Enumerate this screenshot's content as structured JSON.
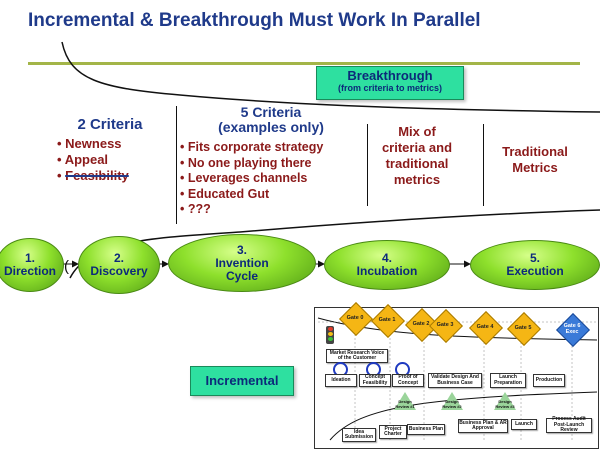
{
  "title": "Incremental & Breakthrough Must Work In Parallel",
  "breakthrough": {
    "title": "Breakthrough",
    "subtitle": "(from criteria to metrics)"
  },
  "incremental_label": "Incremental",
  "columns": {
    "two_criteria": {
      "title": "2 Criteria",
      "items": [
        "Newness",
        "Appeal",
        "Feasibility"
      ]
    },
    "five_criteria": {
      "title_line1": "5 Criteria",
      "title_line2": "(examples only)",
      "items": [
        "Fits corporate strategy",
        "No one playing there",
        "Leverages channels",
        "Educated Gut",
        "???"
      ]
    },
    "mix": {
      "line1": "Mix of",
      "line2": "criteria and",
      "line3": "traditional",
      "line4": "metrics"
    },
    "traditional": {
      "line1": "Traditional",
      "line2": "Metrics"
    }
  },
  "stages": [
    {
      "number": "1.",
      "name": "Direction"
    },
    {
      "number": "2.",
      "name": "Discovery"
    },
    {
      "number": "3.",
      "name_line1": "Invention",
      "name_line2": "Cycle"
    },
    {
      "number": "4.",
      "name": "Incubation"
    },
    {
      "number": "5.",
      "name": "Execution"
    }
  ],
  "paren_mark": "(",
  "process_map": {
    "gates": [
      "Gate 0",
      "Gate 1",
      "Gate 2",
      "Gate 3",
      "Gate 4",
      "Gate 5",
      "Gate 6 Exec"
    ],
    "market_research": "Market Research Voice of the Customer",
    "upper_boxes": [
      "Ideation",
      "Concept Feasibility",
      "Proof of Concept",
      "Validate Design And Business Case",
      "Launch Preparation",
      "Production"
    ],
    "reviews": [
      "Design Review #1",
      "Design Review #2",
      "Design Review #3"
    ],
    "lower_boxes": [
      "Idea Submission",
      "Project Charter",
      "Business Plan",
      "Business Plan & AR Approval",
      "Launch",
      "Process Audit Post-Launch Review"
    ]
  },
  "colors": {
    "title": "#1f3a8a",
    "accent_rule": "#a3b548",
    "box_green": "#2ee0a0",
    "criteria_red": "#8b1a1a",
    "stage_green": "#8ee02c",
    "gate_yellow": "#f5b614",
    "gate_blue": "#3a7ad8"
  }
}
